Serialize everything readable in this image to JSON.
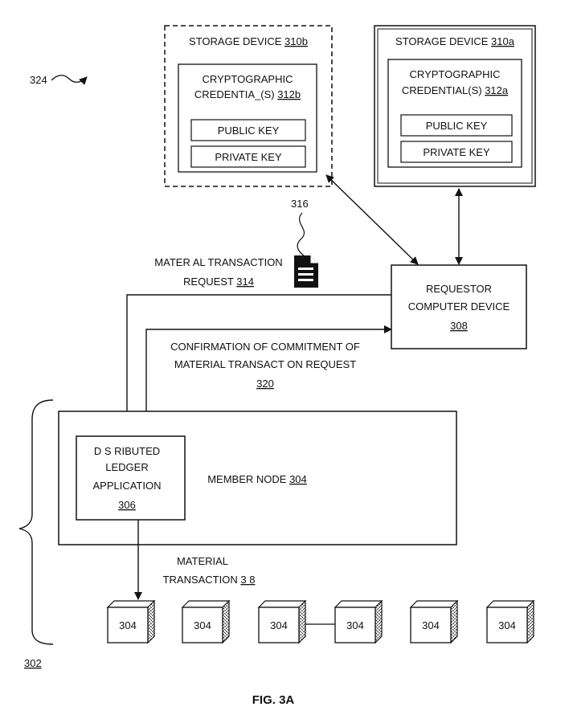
{
  "diagram": {
    "ref_324": "324",
    "storage_b": {
      "title": "STORAGE DEVICE ",
      "title_ref": "310b",
      "cred_line1": "CRYPTOGRAPHIC",
      "cred_line2": "CREDENTIA_(S) ",
      "cred_ref": "312b",
      "public_key": "PUBLIC KEY",
      "private_key": "PRIVATE KEY"
    },
    "storage_a": {
      "title": "STORAGE DEVICE ",
      "title_ref": "310a",
      "cred_line1": "CRYPTOGRAPHIC",
      "cred_line2": "CREDENTIAL(S) ",
      "cred_ref": "312a",
      "public_key": "PUBLIC KEY",
      "private_key": "PRIVATE KEY"
    },
    "ref_316": "316",
    "request_label_line1": "MATER AL TRANSACTION",
    "request_label_line2": "REQUEST ",
    "request_ref": "314",
    "requestor": {
      "line1": "REQUESTOR",
      "line2": "COMPUTER DEVICE",
      "ref": "308"
    },
    "confirm_line1": "CONFIRMATION OF COMMITMENT OF",
    "confirm_line2": "MATERIAL TRANSACT ON REQUEST",
    "confirm_ref": "320",
    "member_node": {
      "label": "MEMBER NODE ",
      "ref": "304"
    },
    "ledger_app": {
      "line1": "D S RIBUTED",
      "line2": "LEDGER",
      "line3": "APPLICATION",
      "ref": "306"
    },
    "material_tx_line1": "MATERIAL",
    "material_tx_line2": "TRANSACTION ",
    "material_tx_ref": "3 8",
    "nodes": [
      "304",
      "304",
      "304",
      "304",
      "304",
      "304"
    ],
    "ref_302": "302",
    "figure_label": "FIG. 3A"
  }
}
